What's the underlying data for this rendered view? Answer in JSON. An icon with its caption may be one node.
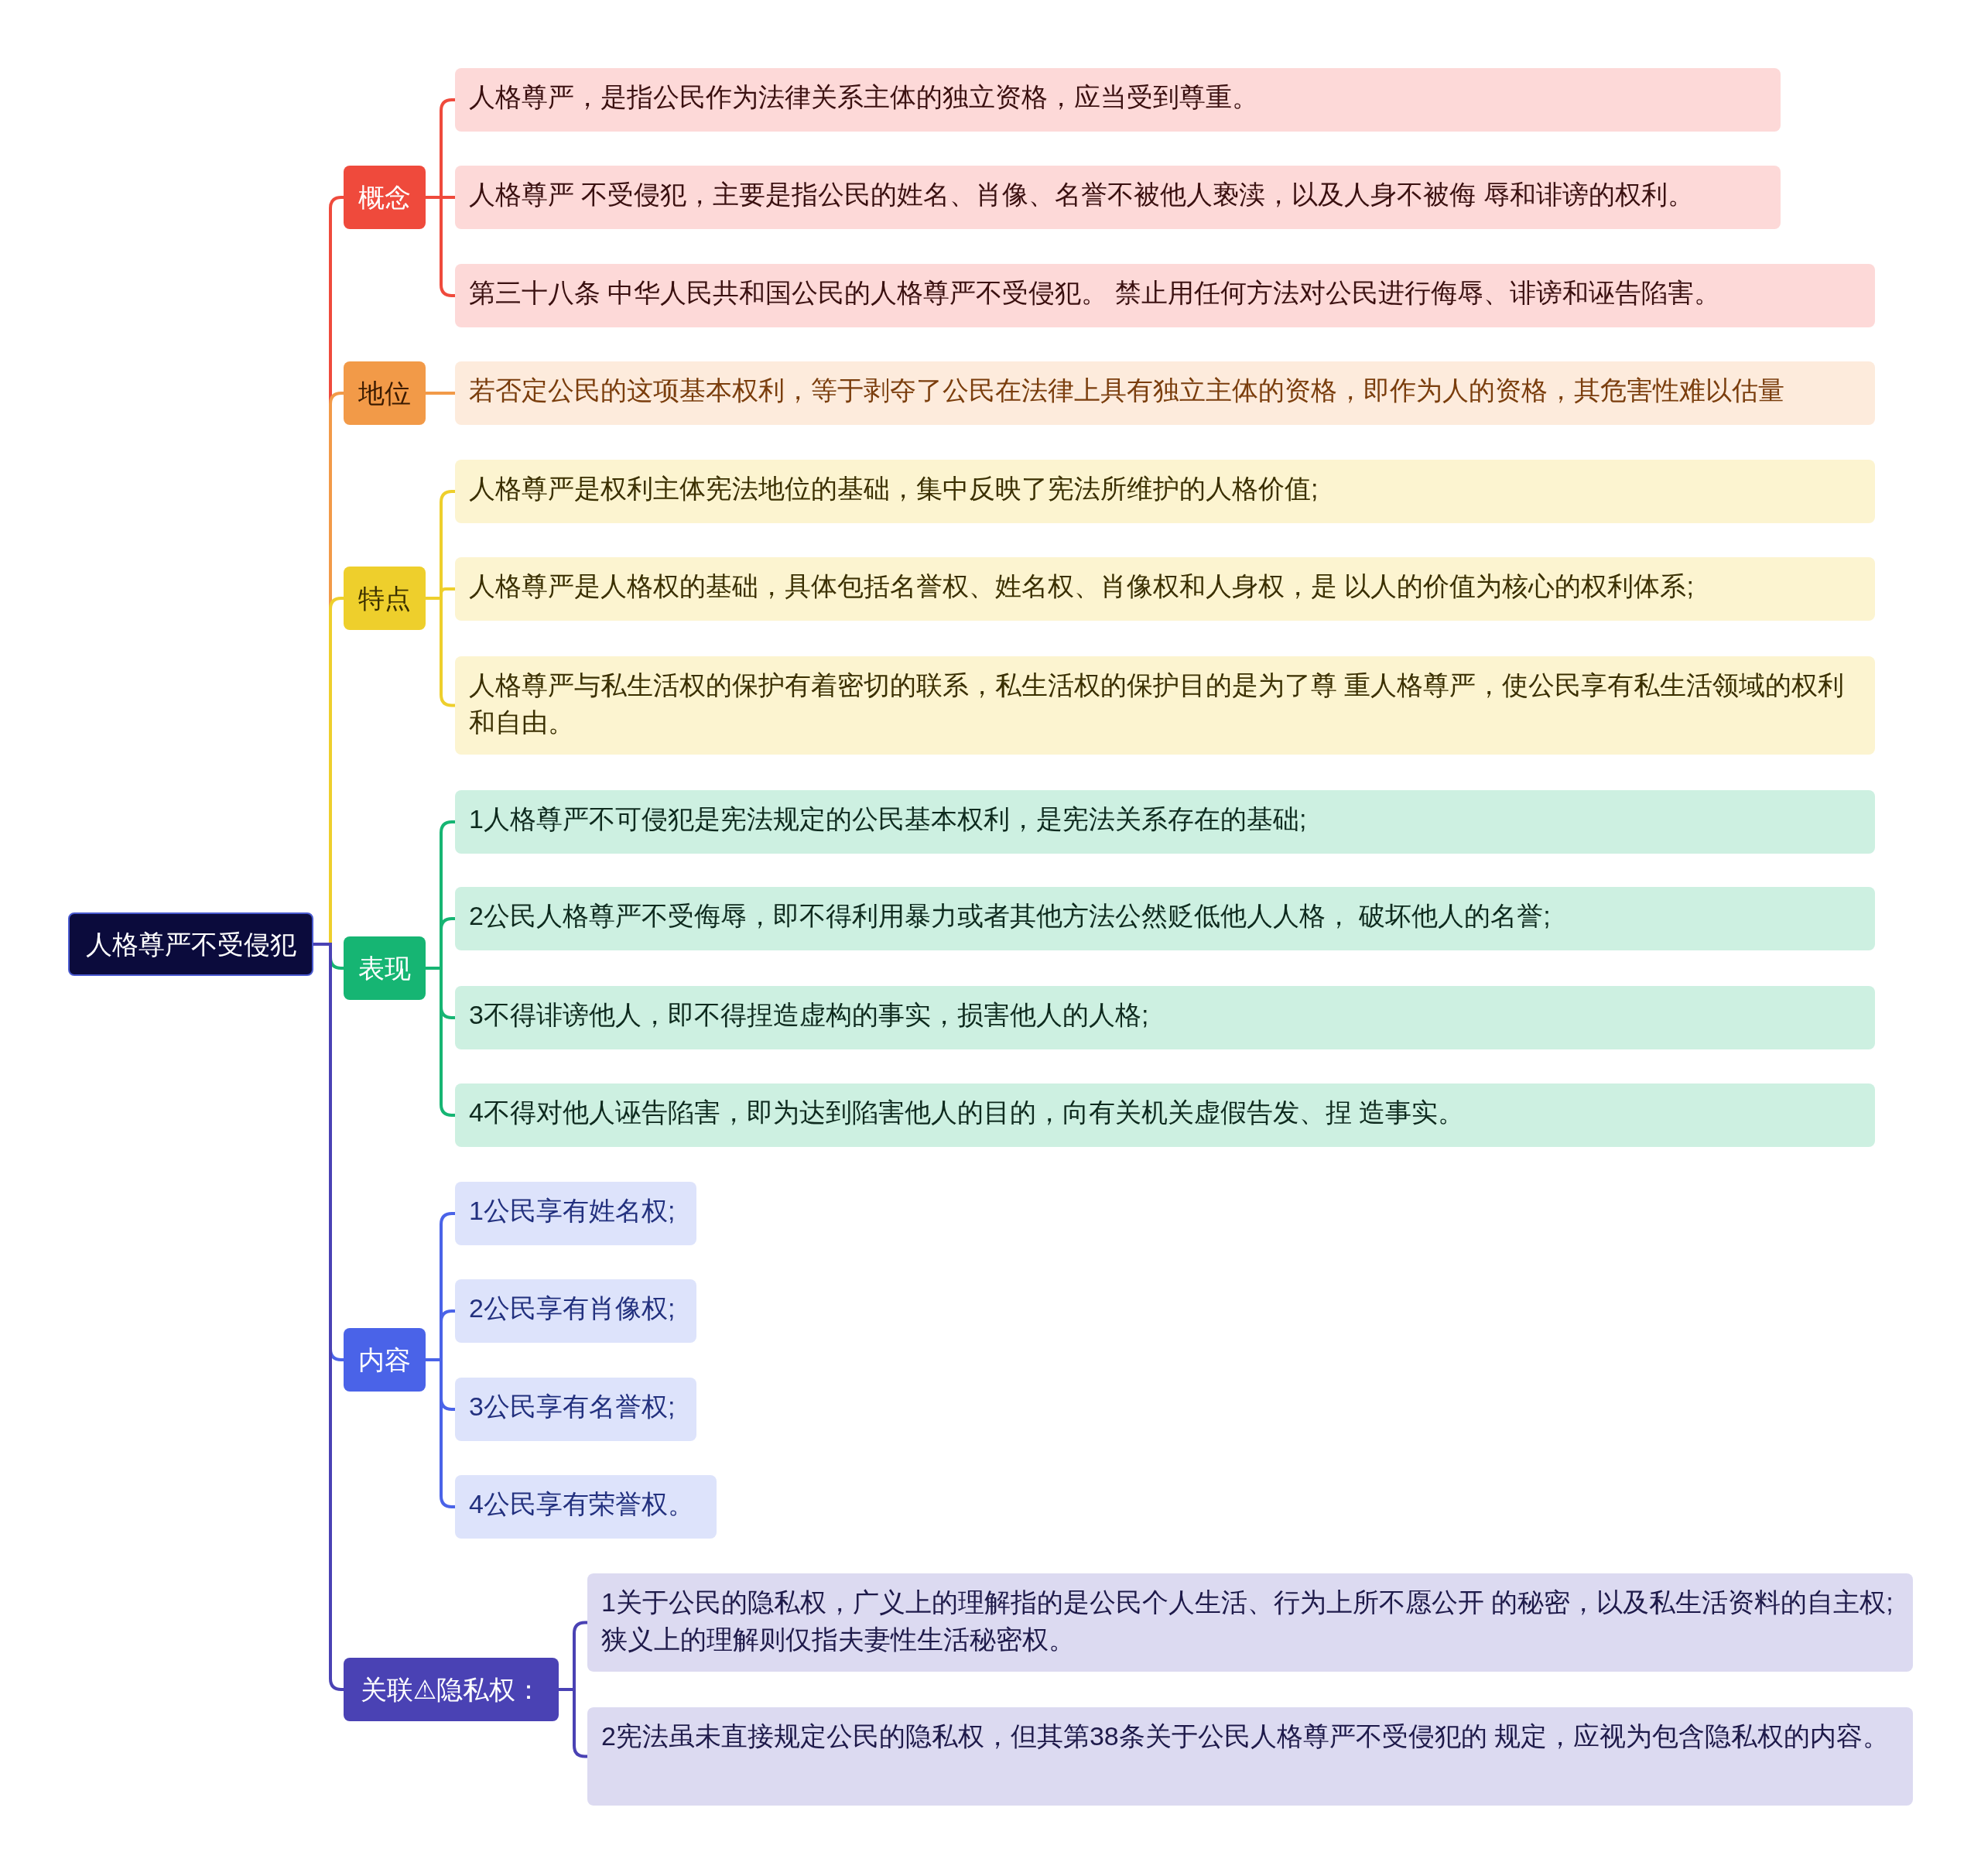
{
  "diagram": {
    "nodes": [
      {
        "text": [
          "人格尊严不受侵犯"
        ]
      },
      {
        "text": [
          "概念"
        ]
      },
      {
        "text": [
          "人格尊严，是指公民作为法律关系主体的独立资格，应当受到尊重。"
        ]
      },
      {
        "text": [
          "人格尊严 不受侵犯，主要是指公民的姓名、肖像、名誉不被他人亵渎，以及人身不被侮 辱和诽谤的权利。"
        ]
      },
      {
        "text": [
          "第三十八条 中华人民共和国公民的人格尊严不受侵犯。 禁止用任何方法对公民进行侮辱、诽谤和诬告陷害。"
        ]
      },
      {
        "text": [
          "地位"
        ]
      },
      {
        "text": [
          "若否定公民的这项基本权利，等于剥夺了公民在法律上具有独立主体的资格，即作为人的资格，其危害性难以估量"
        ]
      },
      {
        "text": [
          "特点"
        ]
      },
      {
        "text": [
          "人格尊严是权利主体宪法地位的基础，集中反映了宪法所维护的人格价值;"
        ]
      },
      {
        "text": [
          "人格尊严是人格权的基础，具体包括名誉权、姓名权、肖像权和人身权，是 以人的价值为核心的权利体系;"
        ]
      },
      {
        "text": [
          "人格尊严与私生活权的保护有着密切的联系，私生活权的保护目的是为了尊 重人格尊严，使公民享有私生活领域的权利和自由。"
        ]
      },
      {
        "text": [
          "表现"
        ]
      },
      {
        "text": [
          "1人格尊严不可侵犯是宪法规定的公民基本权利，是宪法关系存在的基础;"
        ]
      },
      {
        "text": [
          "2公民人格尊严不受侮辱，即不得利用暴力或者其他方法公然贬低他人人格， 破坏他人的名誉;"
        ]
      },
      {
        "text": [
          "3不得诽谤他人，即不得捏造虚构的事实，损害他人的人格;"
        ]
      },
      {
        "text": [
          "4不得对他人诬告陷害，即为达到陷害他人的目的，向有关机关虚假告发、捏 造事实。"
        ]
      },
      {
        "text": [
          "内容"
        ]
      },
      {
        "text": [
          "1公民享有姓名权;"
        ]
      },
      {
        "text": [
          "2公民享有肖像权;"
        ]
      },
      {
        "text": [
          "3公民享有名誉权;"
        ]
      },
      {
        "text": [
          "4公民享有荣誉权。"
        ]
      },
      {
        "text": [
          "关联⚠隐私权："
        ]
      },
      {
        "text": [
          "1关于公民的隐私权，广义上的理解指的是公民个人生活、行为上所不愿公开 的秘密，以及私生活资料的自主权;狭义上的理解则仅指夫妻性生活秘密权。"
        ]
      },
      {
        "text": [
          "2宪法虽未直接规定公民的隐私权，但其第38条关于公民人格尊严不受侵犯的 规定，应视为包含隐私权的内容。"
        ]
      }
    ],
    "edges": [
      {
        "from": 0,
        "to": 1,
        "arrow": "none",
        "color": "#ef4a3c"
      },
      {
        "from": 0,
        "to": 5,
        "arrow": "none",
        "color": "#f29a48"
      },
      {
        "from": 0,
        "to": 7,
        "arrow": "none",
        "color": "#eecf2c"
      },
      {
        "from": 0,
        "to": 11,
        "arrow": "none",
        "color": "#16b573"
      },
      {
        "from": 0,
        "to": 16,
        "arrow": "none",
        "color": "#4a63e8"
      },
      {
        "from": 0,
        "to": 21,
        "arrow": "none",
        "color": "#4a42b4"
      },
      {
        "from": 1,
        "to": 2,
        "arrow": "none",
        "color": "#ef4a3c"
      },
      {
        "from": 1,
        "to": 3,
        "arrow": "none",
        "color": "#ef4a3c"
      },
      {
        "from": 1,
        "to": 4,
        "arrow": "none",
        "color": "#ef4a3c"
      },
      {
        "from": 5,
        "to": 6,
        "arrow": "none",
        "color": "#f29a48"
      },
      {
        "from": 7,
        "to": 8,
        "arrow": "none",
        "color": "#eecf2c"
      },
      {
        "from": 7,
        "to": 9,
        "arrow": "none",
        "color": "#eecf2c"
      },
      {
        "from": 7,
        "to": 10,
        "arrow": "none",
        "color": "#eecf2c"
      },
      {
        "from": 11,
        "to": 12,
        "arrow": "none",
        "color": "#16b573"
      },
      {
        "from": 11,
        "to": 13,
        "arrow": "none",
        "color": "#16b573"
      },
      {
        "from": 11,
        "to": 14,
        "arrow": "none",
        "color": "#16b573"
      },
      {
        "from": 11,
        "to": 15,
        "arrow": "none",
        "color": "#16b573"
      },
      {
        "from": 16,
        "to": 17,
        "arrow": "none",
        "color": "#4a63e8"
      },
      {
        "from": 16,
        "to": 18,
        "arrow": "none",
        "color": "#4a63e8"
      },
      {
        "from": 16,
        "to": 19,
        "arrow": "none",
        "color": "#4a63e8"
      },
      {
        "from": 16,
        "to": 20,
        "arrow": "none",
        "color": "#4a63e8"
      },
      {
        "from": 21,
        "to": 22,
        "arrow": "none",
        "color": "#4a42b4"
      },
      {
        "from": 21,
        "to": 23,
        "arrow": "none",
        "color": "#4a42b4"
      }
    ]
  }
}
